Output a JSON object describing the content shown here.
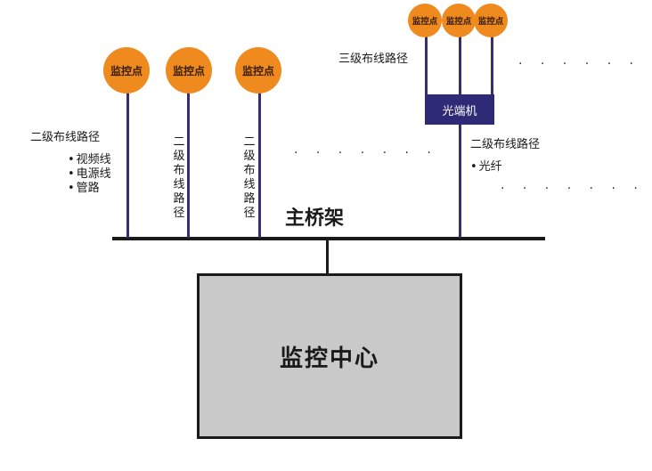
{
  "colors": {
    "node_fill": "#ef8a1f",
    "line": "#3a2d6e",
    "optical_box": "#2f2a75",
    "center_box": "#c9c9c9",
    "bridge": "#1a1a1a"
  },
  "monitor_point_label": "监控点",
  "optical_terminal_label": "光端机",
  "bridge_label": "主桥架",
  "center_label": "监控中心",
  "level3_route_label": "三级布线路径",
  "level2_route_label": "二级布线路径",
  "vertical_route_label": "二级布线路径",
  "left_list": [
    "视频线",
    "电源线",
    "管路"
  ],
  "right_list": [
    "光纤"
  ],
  "ellipsis": "· · · · · · ·"
}
